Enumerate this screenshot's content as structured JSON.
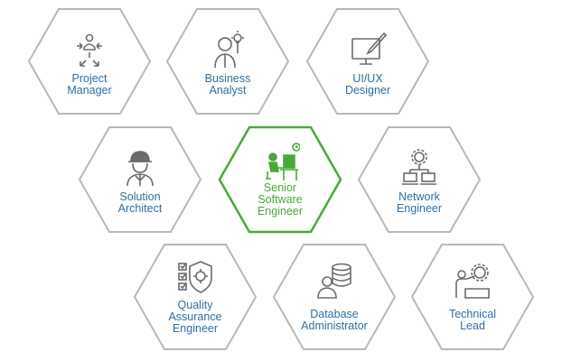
{
  "roles": [
    {
      "id": "project-manager",
      "lines": [
        "Project",
        "Manager"
      ],
      "icon": "project-manager-icon",
      "active": false
    },
    {
      "id": "business-analyst",
      "lines": [
        "Business",
        "Analyst"
      ],
      "icon": "business-analyst-icon",
      "active": false
    },
    {
      "id": "ui-ux-designer",
      "lines": [
        "UI/UX",
        "Designer"
      ],
      "icon": "designer-icon",
      "active": false
    },
    {
      "id": "solution-architect",
      "lines": [
        "Solution",
        "Architect"
      ],
      "icon": "architect-icon",
      "active": false
    },
    {
      "id": "senior-software-engineer",
      "lines": [
        "Senior",
        "Software",
        "Engineer"
      ],
      "icon": "software-engineer-icon",
      "active": true
    },
    {
      "id": "network-engineer",
      "lines": [
        "Network",
        "Engineer"
      ],
      "icon": "network-icon",
      "active": false
    },
    {
      "id": "qa-engineer",
      "lines": [
        "Quality",
        "Assurance",
        "Engineer"
      ],
      "icon": "quality-assurance-icon",
      "active": false
    },
    {
      "id": "database-administrator",
      "lines": [
        "Database",
        "Administrator"
      ],
      "icon": "database-icon",
      "active": false
    },
    {
      "id": "technical-lead",
      "lines": [
        "Technical",
        "Lead"
      ],
      "icon": "technical-lead-icon",
      "active": false
    }
  ],
  "colors": {
    "border": "#b8b8b8",
    "active": "#4aa83a",
    "label": "#2f6da3",
    "icon": "#6b6b6b"
  }
}
